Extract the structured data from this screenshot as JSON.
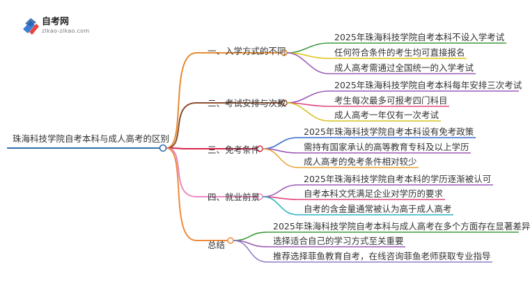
{
  "logo": {
    "title": "自考网",
    "url": "zikao-zikao.com",
    "colors": [
      "#3b7dd8",
      "#e8453c"
    ]
  },
  "root": {
    "label": "珠海科技学院自考本科与成人高考的区别",
    "color": "#2f6fb0"
  },
  "branches": [
    {
      "label": "一、入学方式的不同",
      "color": "#e58a2e",
      "leaves": [
        {
          "label": "2025年珠海科技学院自考本科不设入学考试",
          "color": "#3b9a3b"
        },
        {
          "label": "任何符合条件的考生均可直接报名",
          "color": "#e0c419"
        },
        {
          "label": "成人高考需通过全国统一的入学考试",
          "color": "#9b59b6"
        }
      ]
    },
    {
      "label": "二、考试安排与次数",
      "color": "#8b4a2b",
      "leaves": [
        {
          "label": "2025年珠海科技学院自考本科每年安排三次考试",
          "color": "#9b59b6"
        },
        {
          "label": "考生每次最多可报考四门科目",
          "color": "#e0457b"
        },
        {
          "label": "成人高考一年仅有一次考试",
          "color": "#d4c21e"
        }
      ]
    },
    {
      "label": "三、免考条件",
      "color": "#d6234a",
      "leaves": [
        {
          "label": "2025年珠海科技学院自考本科设有免考政策",
          "color": "#3366cc"
        },
        {
          "label": "需持有国家承认的高等教育专科及以上学历",
          "color": "#9b59b6"
        },
        {
          "label": "成人高考的免考条件相对较少",
          "color": "#e8a33a"
        }
      ]
    },
    {
      "label": "四、就业前景",
      "color": "#e887c0",
      "leaves": [
        {
          "label": "2025年珠海科技学院自考本科的学历逐渐被认可",
          "color": "#9b59b6"
        },
        {
          "label": "自考本科文凭满足企业对学历的要求",
          "color": "#e0457b"
        },
        {
          "label": "自考的含金量通常被认为高于成人高考",
          "color": "#2bb3c0"
        }
      ]
    },
    {
      "label": "总结",
      "color": "#ee8a3a",
      "leaves": [
        {
          "label": "2025年珠海科技学院自考本科与成人高考在多个方面存在显著差异",
          "color": "#3b9a3b"
        },
        {
          "label": "选择适合自己的学习方式至关重要",
          "color": "#9b59b6"
        },
        {
          "label": "推荐选择菲鱼教育自考，在线咨询菲鱼老师获取专业指导",
          "color": "#8e7cc3"
        }
      ]
    }
  ]
}
